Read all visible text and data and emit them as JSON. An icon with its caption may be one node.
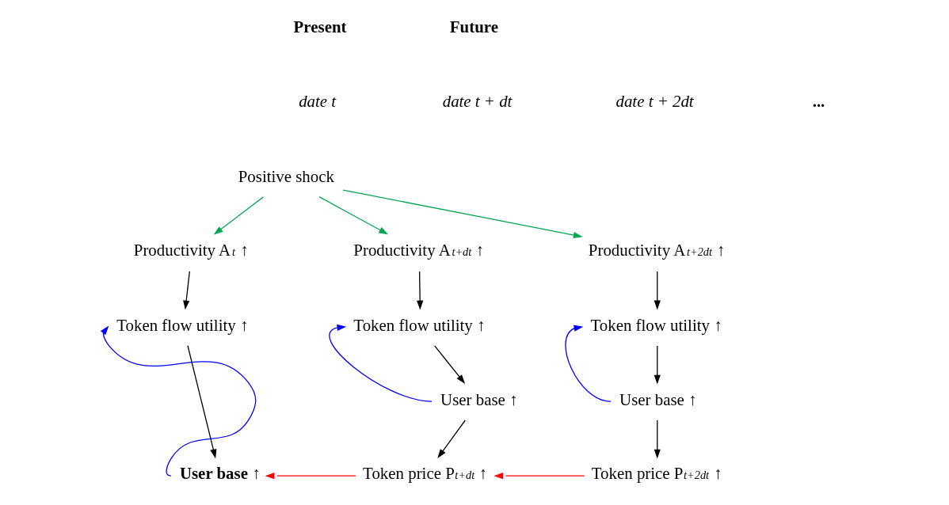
{
  "diagram": {
    "nodes": [
      {
        "text": [
          "Positive shock"
        ]
      },
      {
        "text": [
          "Productivity A$_{t}$ ↑"
        ]
      },
      {
        "text": [
          "Token flow utility ↑"
        ]
      },
      {
        "text": [
          "User base ↑"
        ]
      },
      {
        "text": [
          "Productivity A$_{t+dt}$ ↑"
        ]
      },
      {
        "text": [
          "Token flow utility ↑"
        ]
      },
      {
        "text": [
          "User base ↑"
        ]
      },
      {
        "text": [
          "Token price P$_{t+dt}$ ↑"
        ]
      },
      {
        "text": [
          "Productivity A$_{t+2dt}$ ↑"
        ]
      },
      {
        "text": [
          "Token flow utility ↑"
        ]
      },
      {
        "text": [
          "User base ↑"
        ]
      },
      {
        "text": [
          "Token price P$_{t+2dt}$ ↑"
        ]
      }
    ],
    "edges": [
      {
        "from": 0,
        "to": 1,
        "arrow": "to",
        "color": "#00a651"
      },
      {
        "from": 0,
        "to": 4,
        "arrow": "to",
        "color": "#00a651"
      },
      {
        "from": 0,
        "to": 8,
        "arrow": "to",
        "color": "#00a651"
      },
      {
        "from": 1,
        "to": 2,
        "arrow": "to"
      },
      {
        "from": 2,
        "to": 3,
        "arrow": "to"
      },
      {
        "from": 3,
        "to": 2,
        "arrow": "to",
        "color": "#0000ff"
      },
      {
        "from": 4,
        "to": 5,
        "arrow": "to"
      },
      {
        "from": 5,
        "to": 6,
        "arrow": "to"
      },
      {
        "from": 6,
        "to": 5,
        "arrow": "to",
        "color": "#0000ff"
      },
      {
        "from": 6,
        "to": 7,
        "arrow": "to"
      },
      {
        "from": 8,
        "to": 9,
        "arrow": "to"
      },
      {
        "from": 9,
        "to": 10,
        "arrow": "to"
      },
      {
        "from": 10,
        "to": 9,
        "arrow": "to",
        "color": "#0000ff"
      },
      {
        "from": 10,
        "to": 11,
        "arrow": "to"
      },
      {
        "from": 11,
        "to": 7,
        "arrow": "to",
        "color": "#ff0000"
      },
      {
        "from": 7,
        "to": 3,
        "arrow": "to",
        "color": "#ff0000"
      }
    ],
    "labels": [
      "Present",
      "Future",
      "date t",
      "date t + dt",
      "date t + 2dt",
      "..."
    ]
  }
}
